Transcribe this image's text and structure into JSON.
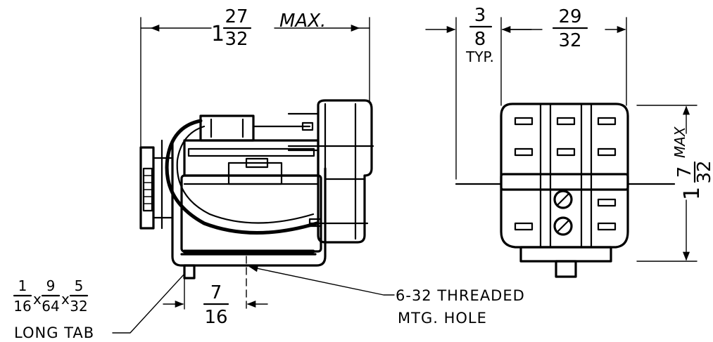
{
  "dimensions": {
    "overall_width": {
      "whole": "1",
      "num": "27",
      "den": "32",
      "suffix": "MAX."
    },
    "terminal_offset": {
      "num": "3",
      "den": "8",
      "note": "TYP."
    },
    "end_width": {
      "num": "29",
      "den": "32"
    },
    "height": {
      "whole": "1",
      "num": "7",
      "den": "32",
      "suffix": "MAX"
    },
    "tab_offset": {
      "num": "7",
      "den": "16"
    }
  },
  "tab_callout": {
    "d1_num": "1",
    "d1_den": "16",
    "d2_num": "9",
    "d2_den": "64",
    "d3_num": "5",
    "d3_den": "32",
    "times": "x",
    "label": "LONG TAB"
  },
  "hole_callout": {
    "line1": "6-32 THREADED",
    "line2": "MTG. HOLE"
  },
  "colors": {
    "ink": "#000000",
    "paper": "#ffffff"
  }
}
